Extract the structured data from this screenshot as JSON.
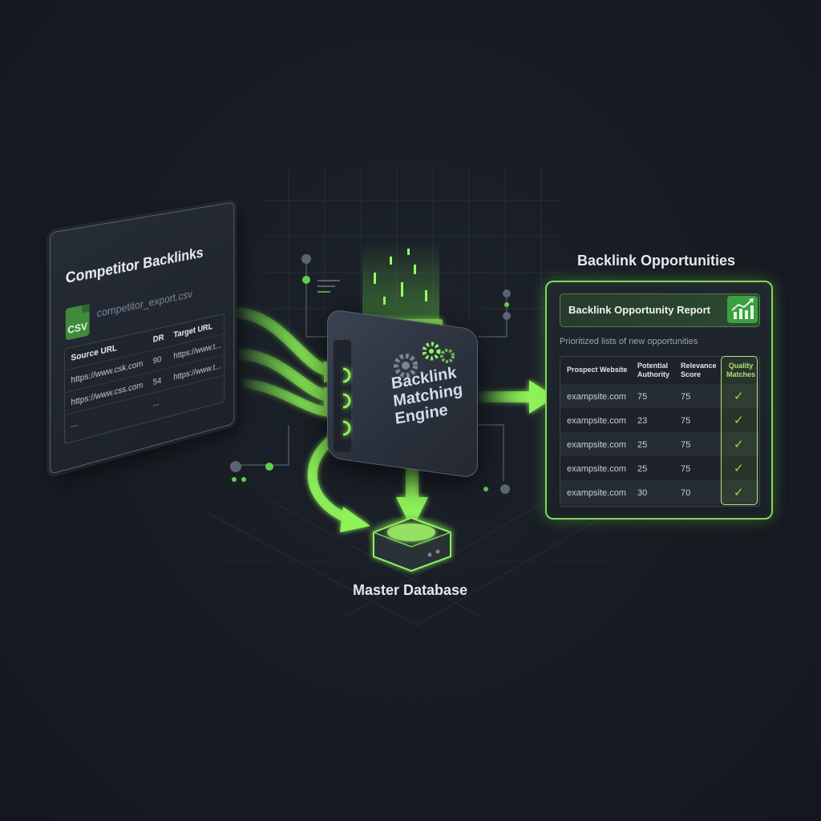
{
  "left_panel": {
    "title": "Competitor Backlinks",
    "file_badge": "CSV",
    "filename": "competitor_export.csv",
    "columns": [
      "Source URL",
      "DR",
      "Target URL"
    ],
    "rows": [
      [
        "https://www.csk.com",
        "90",
        "https://www.t..."
      ],
      [
        "https://www.css.com",
        "54",
        "https://www.t..."
      ],
      [
        "...",
        "...",
        ""
      ]
    ]
  },
  "engine": {
    "label_lines": [
      "Backlink",
      "Matching",
      "Engine"
    ]
  },
  "database": {
    "label": "Master Database"
  },
  "right_panel": {
    "heading": "Backlink Opportunities",
    "report_title": "Backlink Opportunity Report",
    "subtitle": "Prioritized lists of new opportunities",
    "columns": [
      "Prospect Website",
      "Potential Authority",
      "Relevance Score",
      "Quality Matches"
    ],
    "rows": [
      [
        "exampsite.com",
        "75",
        "75",
        "✓"
      ],
      [
        "exampsite.com",
        "23",
        "75",
        "✓"
      ],
      [
        "exampsite.com",
        "25",
        "75",
        "✓"
      ],
      [
        "exampsite.com",
        "25",
        "75",
        "✓"
      ],
      [
        "exampsite.com",
        "30",
        "70",
        "✓"
      ]
    ]
  },
  "colors": {
    "accent_green": "#7cd957",
    "background": "#171b22",
    "panel": "#1f252d"
  }
}
